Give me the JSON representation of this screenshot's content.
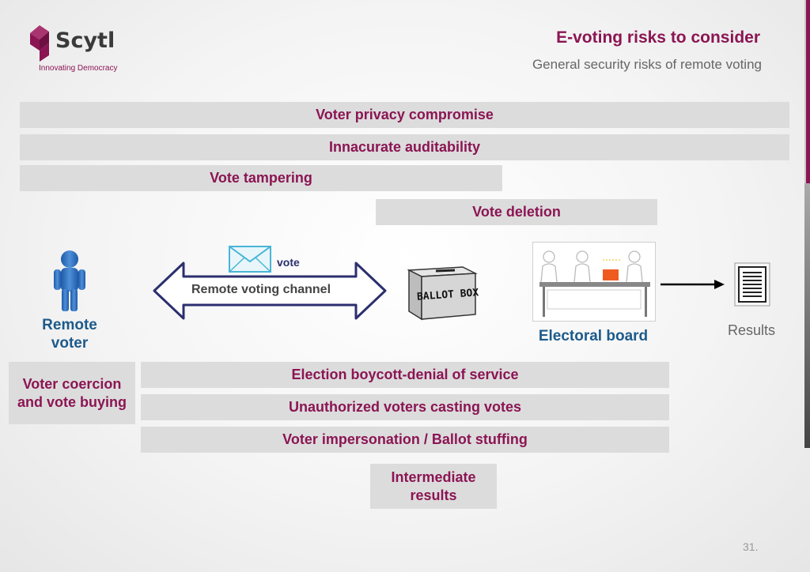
{
  "brand": {
    "name": "Scytl",
    "tagline": "Innovating Democracy",
    "accent_color": "#8b1553"
  },
  "header": {
    "title": "E-voting risks to consider",
    "subtitle": "General security risks of remote voting"
  },
  "risks_top": [
    "Voter privacy compromise",
    "Innacurate auditability",
    "Vote tampering",
    "Vote deletion"
  ],
  "flow": {
    "remote_voter": "Remote voter",
    "envelope_label": "vote",
    "channel_label": "Remote voting channel",
    "ballot_box_label": "BALLOT BOX",
    "electoral_board": "Electoral board",
    "results": "Results"
  },
  "risks_bottom": {
    "coercion": "Voter coercion and vote buying",
    "boycott": "Election boycott-denial of service",
    "unauthorized": "Unauthorized voters casting votes",
    "impersonation": "Voter impersonation / Ballot stuffing",
    "intermediate": "Intermediate results"
  },
  "page_number": "31."
}
